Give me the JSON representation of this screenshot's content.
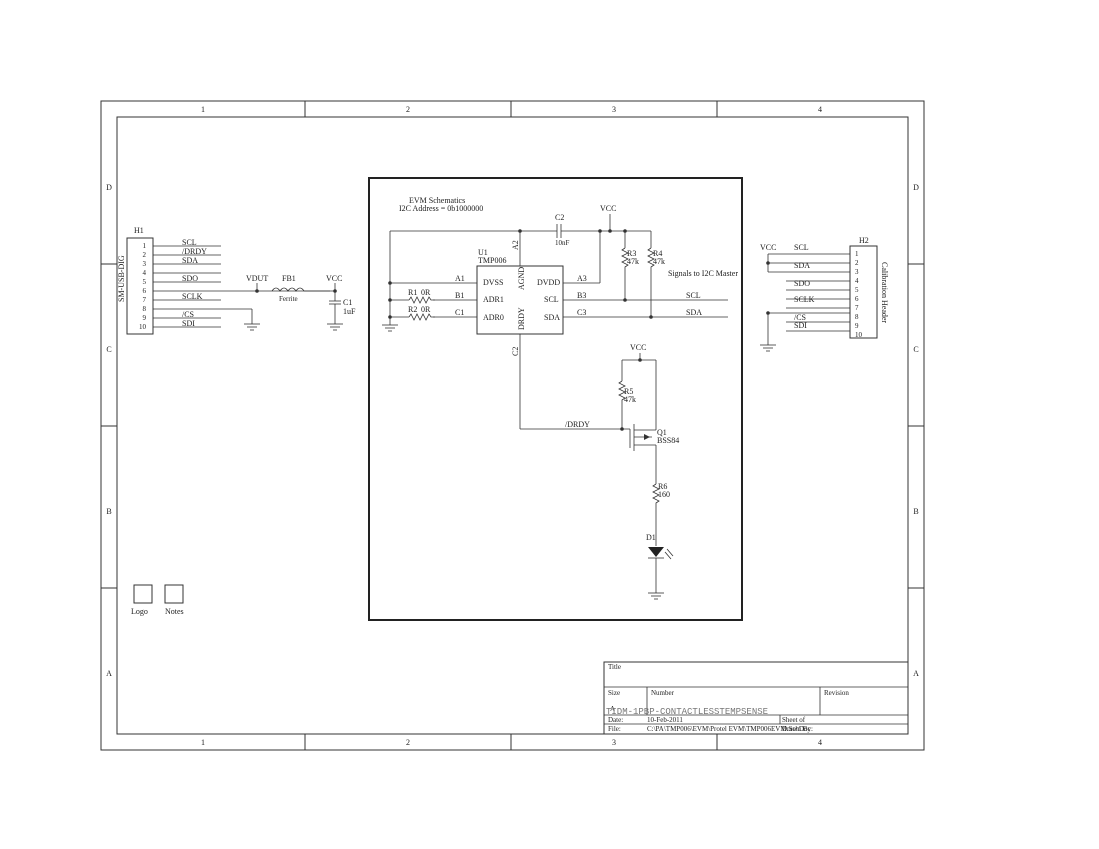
{
  "frame": {
    "col_labels": [
      "1",
      "2",
      "3",
      "4"
    ],
    "row_labels": [
      "D",
      "C",
      "B",
      "A"
    ]
  },
  "header_notes": {
    "line1": "EVM Schematics",
    "line2": "I2C Address = 0b1000000"
  },
  "h1": {
    "ref": "H1",
    "part": "SM-USB-DIG",
    "pins": [
      "1",
      "2",
      "3",
      "4",
      "5",
      "6",
      "7",
      "8",
      "9",
      "10"
    ],
    "nets": [
      "SCL",
      "/DRDY",
      "SDA",
      "SDO",
      "SCLK",
      "/CS",
      "SDI"
    ]
  },
  "power_chain": {
    "vdut": "VDUT",
    "fb1_ref": "FB1",
    "fb1_value": "Ferrite",
    "vcc": "VCC",
    "c1_ref": "C1",
    "c1_value": "1uF"
  },
  "u1": {
    "ref": "U1",
    "part": "TMP006",
    "pins_left": [
      "DVSS",
      "ADR1",
      "ADR0"
    ],
    "pins_left_num": [
      "A1",
      "B1",
      "C1"
    ],
    "pins_right": [
      "DVDD",
      "SCL",
      "SDA"
    ],
    "pins_right_num": [
      "A3",
      "B3",
      "C3"
    ],
    "pin_top": "AGND",
    "pin_top_num": "A2",
    "pin_bottom": "DRDY",
    "pin_bottom_num": "C2"
  },
  "resistors": {
    "r1_ref": "R1",
    "r1_value": "0R",
    "r2_ref": "R2",
    "r2_value": "0R",
    "r3_ref": "R3",
    "r3_value": "47k",
    "r4_ref": "R4",
    "r4_value": "47k",
    "r5_ref": "R5",
    "r5_value": "47k",
    "r6_ref": "R6",
    "r6_value": "160"
  },
  "c2": {
    "ref": "C2",
    "value": "10nF"
  },
  "vcc_label": "VCC",
  "signals_note": "Signals to I2C Master",
  "net_scl": "SCL",
  "net_sda": "SDA",
  "net_drdy": "/DRDY",
  "q1": {
    "ref": "Q1",
    "part": "BSS84"
  },
  "d1": {
    "ref": "D1"
  },
  "h2": {
    "ref": "H2",
    "part": "Calibration Header",
    "pins": [
      "1",
      "2",
      "3",
      "4",
      "5",
      "6",
      "7",
      "8",
      "9",
      "10"
    ],
    "nets": [
      "VCC",
      "SCL",
      "SDA",
      "SDO",
      "SCLK",
      "/CS",
      "SDI"
    ]
  },
  "icons": {
    "logo": "Logo",
    "notes": "Notes"
  },
  "title_block": {
    "title_label": "Title",
    "size_label": "Size",
    "size_value": "A",
    "number_label": "Number",
    "number_value": "TIDM-1PBP-CONTACTLESSTEMPSENSE",
    "revision_label": "Revision",
    "date_label": "Date:",
    "date_value": "10-Feb-2011",
    "sheet_label": "Sheet    of",
    "file_label": "File:",
    "file_value": "C:\\PA\\TMP006\\EVM\\Protel EVM\\TMP006EVM.SchDoc",
    "drawn_label": "Drawn By:"
  }
}
